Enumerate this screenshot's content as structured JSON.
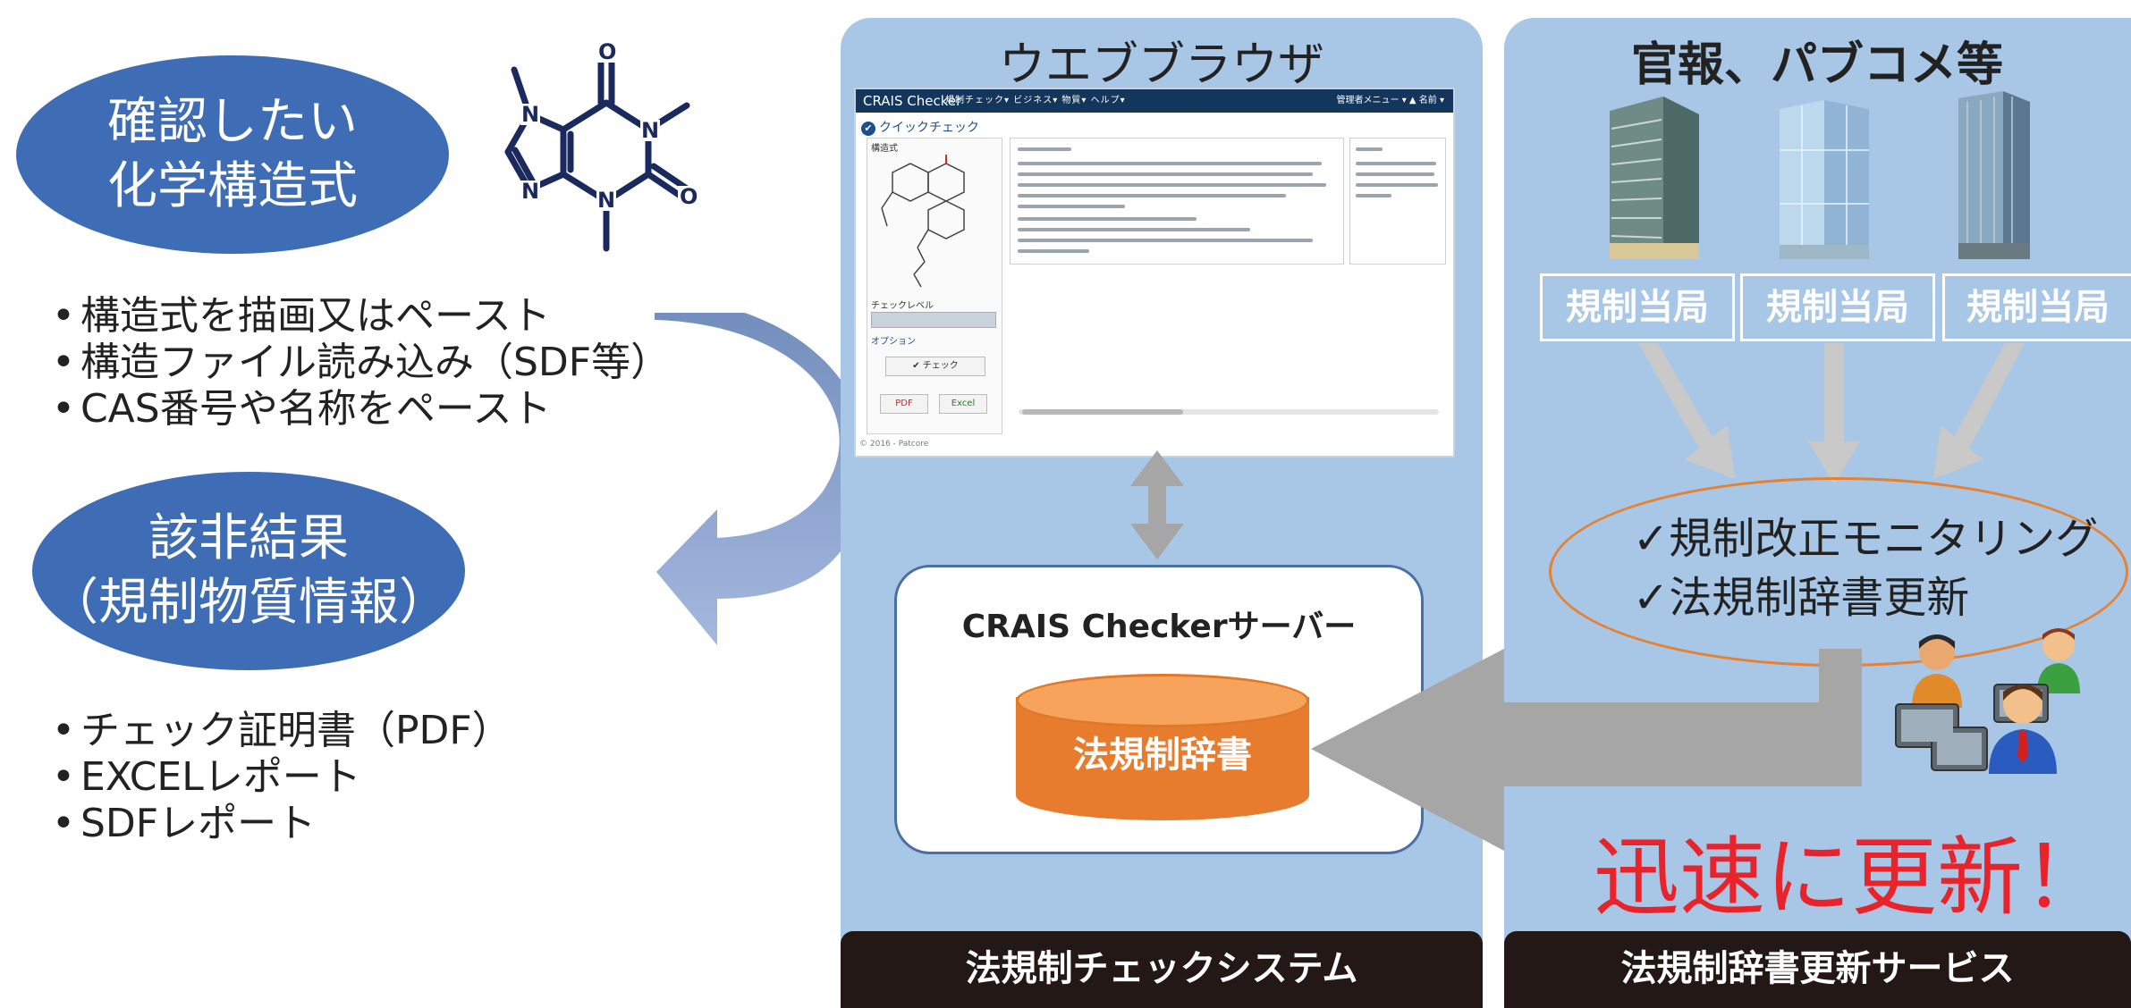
{
  "left": {
    "input_ellipse": {
      "line1": "確認したい",
      "line2": "化学構造式"
    },
    "input_bullets": [
      "構造式を描画又はペースト",
      "構造ファイル読み込み（SDF等）",
      "CAS番号や名称をペースト"
    ],
    "result_ellipse": {
      "line1": "該非結果",
      "line2": "（規制物質情報）"
    },
    "result_bullets": [
      "チェック証明書（PDF）",
      "EXCELレポート",
      "SDFレポート"
    ],
    "molecule_atoms": {
      "o_top": "O",
      "n_left_top": "N",
      "n_right": "N",
      "n_left_bottom": "N",
      "n_bottom": "N",
      "o_right": "O"
    }
  },
  "middle_panel": {
    "title": "ウエブブラウザ",
    "screenshot": {
      "brand": "CRAIS Checker",
      "menu": "規制チェック▾   ビジネス▾   物質▾   ヘルプ▾",
      "right": "管理者メニュー ▾   ▲ 名前 ▾",
      "quick_check": "クイックチェック",
      "panel_structure": "構造式",
      "panel_check_level": "チェックレベル",
      "option": "オプション",
      "check_btn": "✔ チェック",
      "pdf_btn": "PDF",
      "excel_btn": "Excel",
      "footer": "© 2016 - Patcore"
    },
    "server_title": "CRAIS Checkerサーバー",
    "db_label": "法規制辞書",
    "footer": "法規制チェックシステム"
  },
  "right_panel": {
    "title": "官報、パブコメ等",
    "regulators": [
      "規制当局",
      "規制当局",
      "規制当局"
    ],
    "monitoring": [
      "✓規制改正モニタリング",
      "✓法規制辞書更新"
    ],
    "update_text": "迅速に更新！",
    "footer": "法規制辞書更新サービス"
  },
  "colors": {
    "ellipse_blue": "#3e6db5",
    "panel_blue": "#a8c6e6",
    "footer_dark": "#231815",
    "db_orange": "#e87c2e",
    "update_red": "#e8232a",
    "arrow_gray": "#a6a6a6"
  }
}
